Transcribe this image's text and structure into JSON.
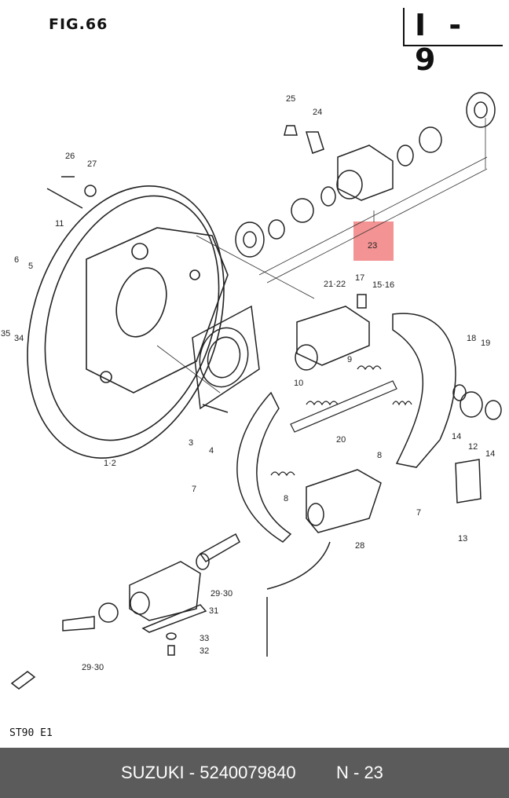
{
  "figure": {
    "title": "FIG.66",
    "section_code": "I - 9",
    "bottom_code": "ST90 E1"
  },
  "highlight": {
    "label": "23",
    "color": "#f28080"
  },
  "footer": {
    "brand_part": "SUZUKI - 5240079840",
    "ref": "N - 23",
    "background": "#5b5b5b"
  },
  "labels": {
    "l25": "25",
    "l24": "24",
    "l26": "26",
    "l27": "27",
    "l11": "11",
    "l6": "6",
    "l5": "5",
    "l35": "35",
    "l34": "34",
    "l2122": "21·22",
    "l17": "17",
    "l1516": "15·16",
    "l18": "18",
    "l19": "19",
    "l10": "10",
    "l9": "9",
    "l20": "20",
    "l8a": "8",
    "l14a": "14",
    "l12": "12",
    "l14b": "14",
    "l3": "3",
    "l4": "4",
    "l12b": "1·2",
    "l7a": "7",
    "l7b": "7",
    "l8b": "8",
    "l28": "28",
    "l13": "13",
    "l2930a": "29·30",
    "l31": "31",
    "l33": "33",
    "l32": "32",
    "l2930b": "29·30"
  }
}
